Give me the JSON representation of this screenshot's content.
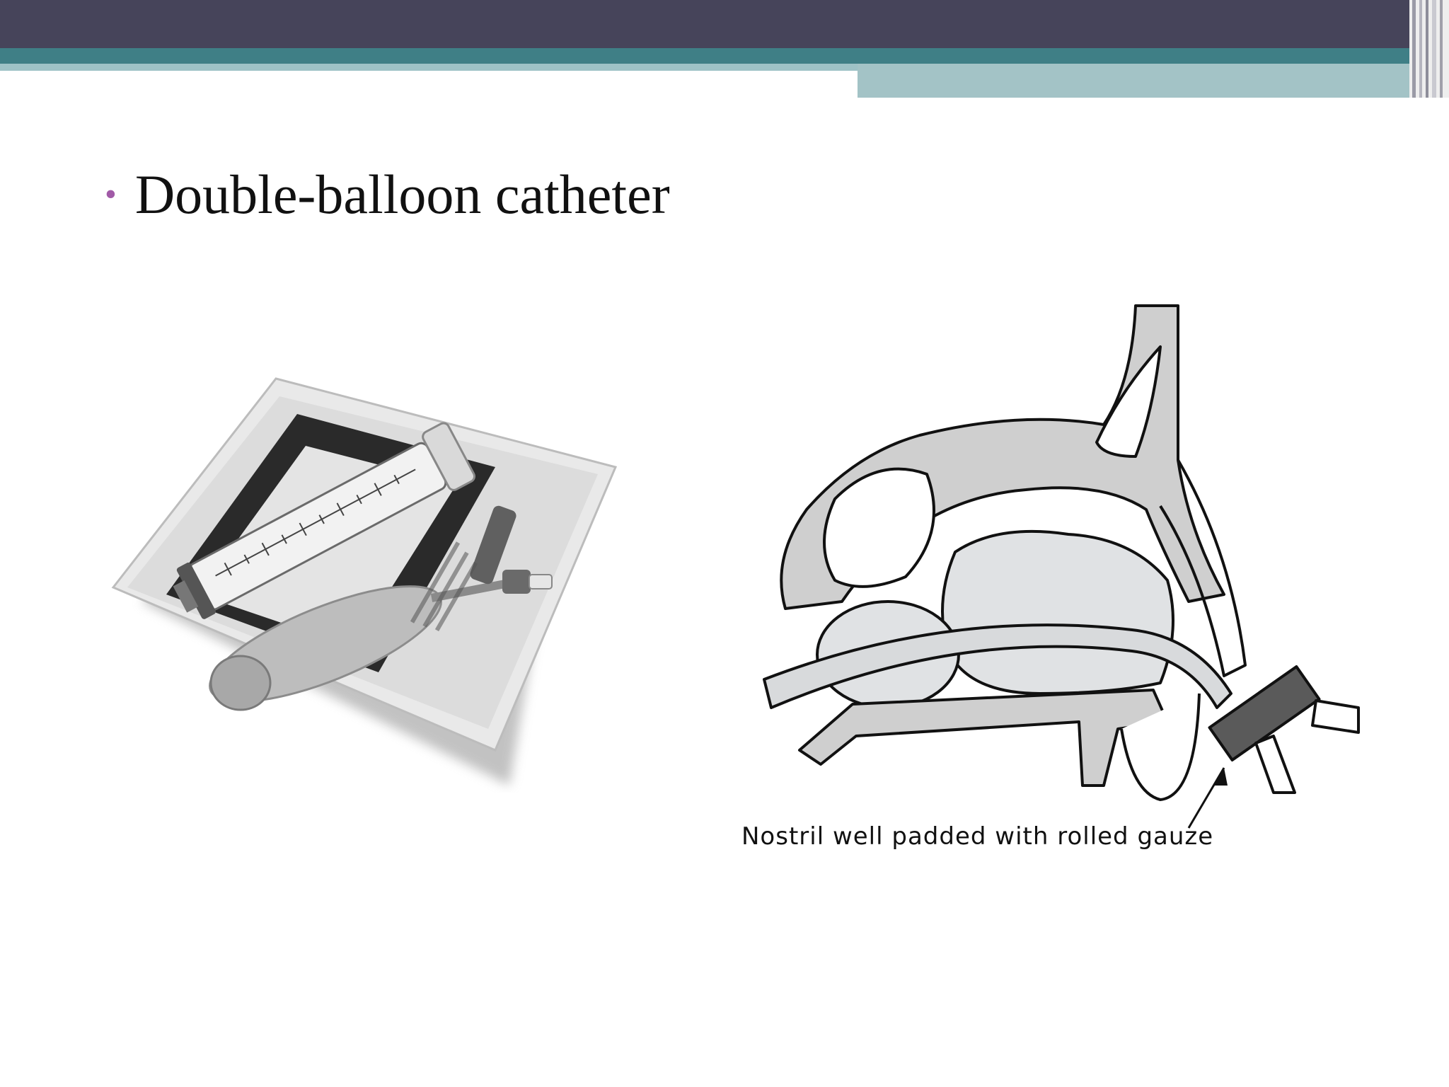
{
  "slide": {
    "bullets": [
      {
        "text": "Double-balloon catheter"
      }
    ]
  },
  "figures": {
    "photo_icon": "catheter-kit-photo",
    "diagram_icon": "nasal-cross-section-diagram",
    "caption": "Nostril well padded with rolled gauze"
  },
  "colors": {
    "header_dark": "#46445a",
    "header_teal": "#3f7f86",
    "header_pale": "#9ec2c6",
    "bullet": "#a15aa7"
  }
}
